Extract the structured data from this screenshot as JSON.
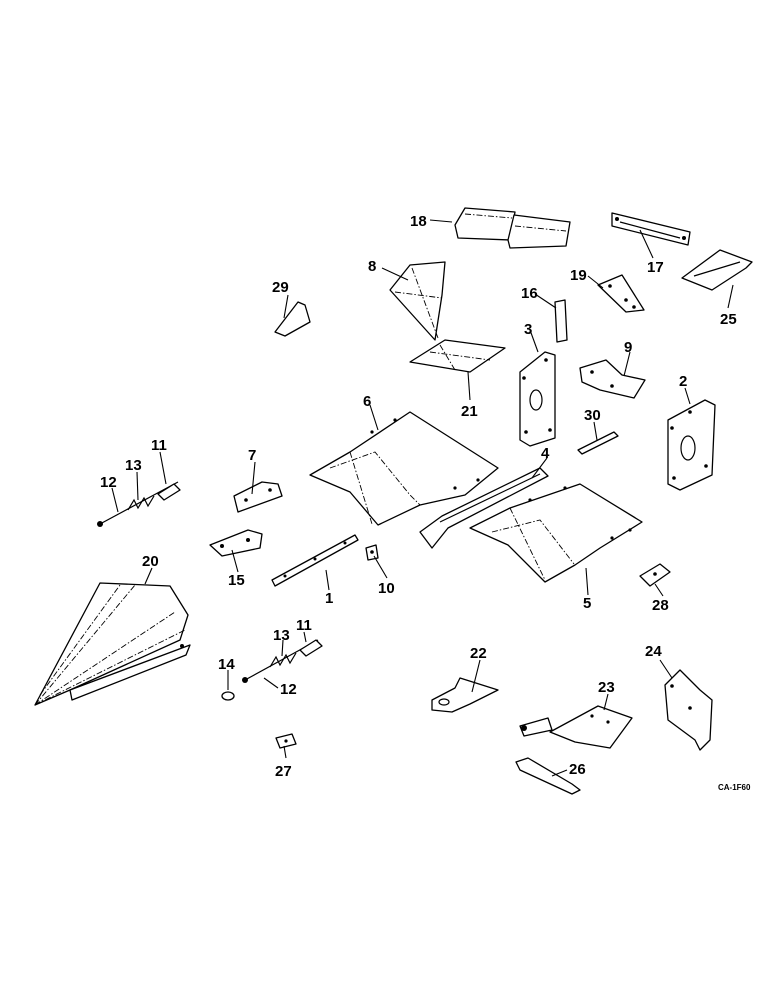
{
  "callouts": [
    "1",
    "2",
    "3",
    "4",
    "5",
    "6",
    "7",
    "8",
    "9",
    "10",
    "11",
    "11",
    "12",
    "12",
    "13",
    "13",
    "14",
    "15",
    "16",
    "17",
    "18",
    "19",
    "20",
    "21",
    "22",
    "23",
    "24",
    "25",
    "26",
    "27",
    "28",
    "29",
    "30"
  ],
  "drawing_code": "CA-1F60"
}
